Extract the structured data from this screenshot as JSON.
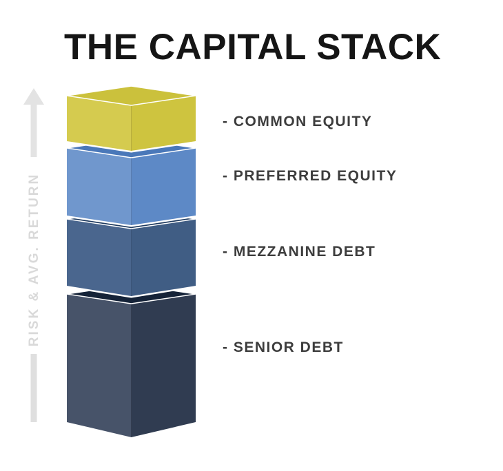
{
  "title": "THE CAPITAL STACK",
  "axis": {
    "label": "RISK & AVG. RETURN"
  },
  "colors": {
    "background": "#ffffff",
    "title_text": "#151515",
    "label_text": "#3d3d3d",
    "axis_arrow": "#e3e3e3",
    "axis_line": "#dfdfdf",
    "axis_text": "#d9d9d9",
    "gap": "#ffffff"
  },
  "layers": [
    {
      "name": "common-equity",
      "label": "- COMMON EQUITY",
      "top": "#cbc13c",
      "left": "#d5cb4f",
      "right": "#cec43f"
    },
    {
      "name": "preferred-equity",
      "label": "- PREFERRED EQUITY",
      "top": "#4a78b9",
      "left": "#7097cd",
      "right": "#5d89c6"
    },
    {
      "name": "mezzanine-debt",
      "label": "- MEZZANINE DEBT",
      "top": "#1f3b60",
      "left": "#4a668e",
      "right": "#405d84"
    },
    {
      "name": "senior-debt",
      "label": "- SENIOR DEBT",
      "top": "#152338",
      "left": "#475369",
      "right": "#303c51"
    }
  ]
}
